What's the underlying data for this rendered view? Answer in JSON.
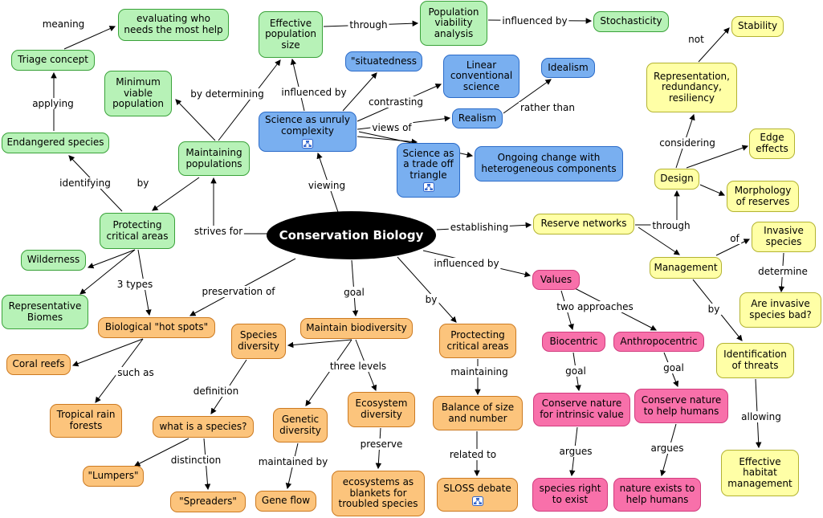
{
  "center_label": "Conservation Biology",
  "colors": {
    "node_green": "#b7f2b7",
    "node_green_border": "#3aa23a",
    "node_blue": "#79aff0",
    "node_blue_border": "#2b6bc8",
    "node_yellow": "#ffffa6",
    "node_yellow_border": "#b3b331",
    "node_orange": "#fcc47c",
    "node_orange_border": "#cc7a21",
    "node_pink": "#f870aa",
    "node_pink_border": "#d13c7e",
    "center_bg": "#000000",
    "center_text": "#ffffff",
    "edge_line": "#000000"
  },
  "icons": {
    "resource_icon": "mini-concept-map"
  },
  "nodes": {
    "evaluating_who": "evaluating who needs the most help",
    "triage_concept": "Triage concept",
    "minimum_viable_population": "Minimum viable population",
    "effective_population_size": "Effective population size",
    "population_viability_analysis": "Population viability analysis",
    "stochasticity": "Stochasticity",
    "endangered_species": "Endangered species",
    "maintaining_populations": "Maintaining populations",
    "protecting_critical_areas": "Protecting critical areas",
    "wilderness": "Wilderness",
    "representative_biomes": "Representative Biomes",
    "situatedness": "\"situatedness",
    "linear_conventional_science": "Linear conventional science",
    "idealism": "Idealism",
    "science_unruly_complexity": "Science as unruly complexity",
    "realism": "Realism",
    "science_tradeoff_triangle": "Science as a trade off triangle",
    "ongoing_change": "Ongoing change with heterogeneous components",
    "stability": "Stability",
    "representation_redundancy_resiliency": "Representation, redundancy, resiliency",
    "edge_effects": "Edge effects",
    "design": "Design",
    "morphology_of_reserves": "Morphology of reserves",
    "reserve_networks": "Reserve networks",
    "management": "Management",
    "invasive_species": "Invasive species",
    "are_invasive_species_bad": "Are invasive species bad?",
    "identification_of_threats": "Identification of threats",
    "effective_habitat_management": "Effective habitat management",
    "biological_hot_spots": "Biological \"hot spots\"",
    "coral_reefs": "Coral reefs",
    "tropical_rain_forests": "Tropical rain forests",
    "species_diversity": "Species diversity",
    "maintain_biodiversity": "Maintain biodiversity",
    "what_is_a_species": "what is a species?",
    "genetic_diversity": "Genetic diversity",
    "ecosystem_diversity": "Ecosystem diversity",
    "lumpers": "\"Lumpers\"",
    "spreaders": "\"Spreaders\"",
    "gene_flow": "Gene flow",
    "ecosystems_blankets": "ecosystems as blankets for troubled species",
    "proctecting_critical_areas": "Proctecting critical areas",
    "balance_size_number": "Balance of size and number",
    "sloss_debate": "SLOSS debate",
    "values": "Values",
    "biocentric": "Biocentric",
    "anthropocentric": "Anthropocentric",
    "conserve_intrinsic": "Conserve nature for intrinsic value",
    "conserve_help_humans": "Conserve nature to help humans",
    "species_right_exist": "species right to exist",
    "nature_exists_help": "nature exists to help humans"
  },
  "edges": [
    {
      "from": "triage_concept",
      "to": "evaluating_who",
      "label": "meaning"
    },
    {
      "from": "endangered_species",
      "to": "triage_concept",
      "label": "applying"
    },
    {
      "from": "protecting_critical_areas",
      "to": "endangered_species",
      "label": "identifying"
    },
    {
      "from": "maintaining_populations",
      "to": "protecting_critical_areas",
      "label": "by"
    },
    {
      "from": "center",
      "to": "maintaining_populations",
      "label": "strives for"
    },
    {
      "from": "maintaining_populations",
      "to": "minimum_viable_population",
      "label": "by determining"
    },
    {
      "from": "maintaining_populations",
      "to": "effective_population_size",
      "label": ""
    },
    {
      "from": "effective_population_size",
      "to": "population_viability_analysis",
      "label": "through"
    },
    {
      "from": "population_viability_analysis",
      "to": "stochasticity",
      "label": "influenced by"
    },
    {
      "from": "science_unruly_complexity",
      "to": "effective_population_size",
      "label": "influenced by"
    },
    {
      "from": "science_unruly_complexity",
      "to": "situatedness",
      "label": ""
    },
    {
      "from": "science_unruly_complexity",
      "to": "linear_conventional_science",
      "label": "contrasting"
    },
    {
      "from": "science_unruly_complexity",
      "to": "realism",
      "label": "views of"
    },
    {
      "from": "science_unruly_complexity",
      "to": "science_tradeoff_triangle",
      "label": ""
    },
    {
      "from": "science_unruly_complexity",
      "to": "ongoing_change",
      "label": ""
    },
    {
      "from": "realism",
      "to": "idealism",
      "label": "rather than"
    },
    {
      "from": "center",
      "to": "science_unruly_complexity",
      "label": "viewing"
    },
    {
      "from": "center",
      "to": "reserve_networks",
      "label": "establishing"
    },
    {
      "from": "center",
      "to": "values",
      "label": "influenced by"
    },
    {
      "from": "center",
      "to": "maintain_biodiversity",
      "label": "goal"
    },
    {
      "from": "center",
      "to": "biological_hot_spots",
      "label": "preservation of"
    },
    {
      "from": "protecting_critical_areas",
      "to": "wilderness",
      "label": "3 types"
    },
    {
      "from": "protecting_critical_areas",
      "to": "representative_biomes",
      "label": ""
    },
    {
      "from": "protecting_critical_areas",
      "to": "biological_hot_spots",
      "label": ""
    },
    {
      "from": "biological_hot_spots",
      "to": "coral_reefs",
      "label": "such as"
    },
    {
      "from": "biological_hot_spots",
      "to": "tropical_rain_forests",
      "label": ""
    },
    {
      "from": "species_diversity",
      "to": "what_is_a_species",
      "label": "definition"
    },
    {
      "from": "what_is_a_species",
      "to": "lumpers",
      "label": "distinction"
    },
    {
      "from": "what_is_a_species",
      "to": "spreaders",
      "label": ""
    },
    {
      "from": "maintain_biodiversity",
      "to": "species_diversity",
      "label": "three levels"
    },
    {
      "from": "maintain_biodiversity",
      "to": "genetic_diversity",
      "label": ""
    },
    {
      "from": "maintain_biodiversity",
      "to": "ecosystem_diversity",
      "label": ""
    },
    {
      "from": "genetic_diversity",
      "to": "gene_flow",
      "label": "maintained by"
    },
    {
      "from": "ecosystem_diversity",
      "to": "ecosystems_blankets",
      "label": "preserve"
    },
    {
      "from": "center",
      "to": "proctecting_critical_areas",
      "label": "by"
    },
    {
      "from": "proctecting_critical_areas",
      "to": "balance_size_number",
      "label": "maintaining"
    },
    {
      "from": "balance_size_number",
      "to": "sloss_debate",
      "label": "related to"
    },
    {
      "from": "values",
      "to": "biocentric",
      "label": "two approaches"
    },
    {
      "from": "values",
      "to": "anthropocentric",
      "label": ""
    },
    {
      "from": "biocentric",
      "to": "conserve_intrinsic",
      "label": "goal"
    },
    {
      "from": "anthropocentric",
      "to": "conserve_help_humans",
      "label": "goal"
    },
    {
      "from": "conserve_intrinsic",
      "to": "species_right_exist",
      "label": "argues"
    },
    {
      "from": "conserve_help_humans",
      "to": "nature_exists_help",
      "label": "argues"
    },
    {
      "from": "reserve_networks",
      "to": "design",
      "label": "through"
    },
    {
      "from": "reserve_networks",
      "to": "management",
      "label": ""
    },
    {
      "from": "design",
      "to": "representation_redundancy_resiliency",
      "label": "considering"
    },
    {
      "from": "design",
      "to": "edge_effects",
      "label": ""
    },
    {
      "from": "design",
      "to": "morphology_of_reserves",
      "label": ""
    },
    {
      "from": "representation_redundancy_resiliency",
      "to": "stability",
      "label": "not"
    },
    {
      "from": "management",
      "to": "invasive_species",
      "label": "of"
    },
    {
      "from": "invasive_species",
      "to": "are_invasive_species_bad",
      "label": "determine"
    },
    {
      "from": "management",
      "to": "identification_of_threats",
      "label": "by"
    },
    {
      "from": "identification_of_threats",
      "to": "effective_habitat_management",
      "label": "allowing"
    }
  ]
}
